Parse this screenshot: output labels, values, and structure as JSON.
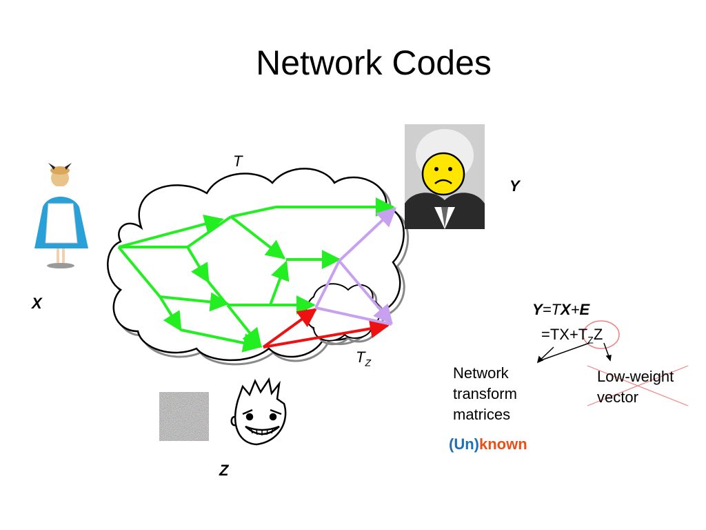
{
  "title": "Network Codes",
  "labels": {
    "x": "X",
    "y": "Y",
    "z": "Z",
    "t": "T",
    "tz_main": "T",
    "tz_sub": "Z"
  },
  "equation1": {
    "y": "Y",
    "eq": "=",
    "t": "T",
    "x": "X",
    "plus": "+",
    "e": "E"
  },
  "equation2": {
    "prefix": "=TX+T",
    "sub": "Z",
    "suffix": "Z"
  },
  "network_transform": [
    "Network",
    "transform",
    "matrices"
  ],
  "low_weight": [
    "Low-weight",
    "vector"
  ],
  "unknown": {
    "un": "(Un)",
    "known": "known"
  },
  "colors": {
    "green_edge": "#22ee22",
    "red_edge": "#ee1111",
    "purple_edge": "#c8a0f0",
    "un_blue": "#1f6fb5",
    "known_orange": "#e8501a",
    "cross_red": "#f08080",
    "smiley_yellow": "#ffe600"
  },
  "icons": {
    "doll": "doll-figure-icon",
    "face_photo": "man-photo-with-frown-icon",
    "noise": "random-noise-square-icon",
    "cartoon": "grinning-cartoon-face-icon"
  }
}
